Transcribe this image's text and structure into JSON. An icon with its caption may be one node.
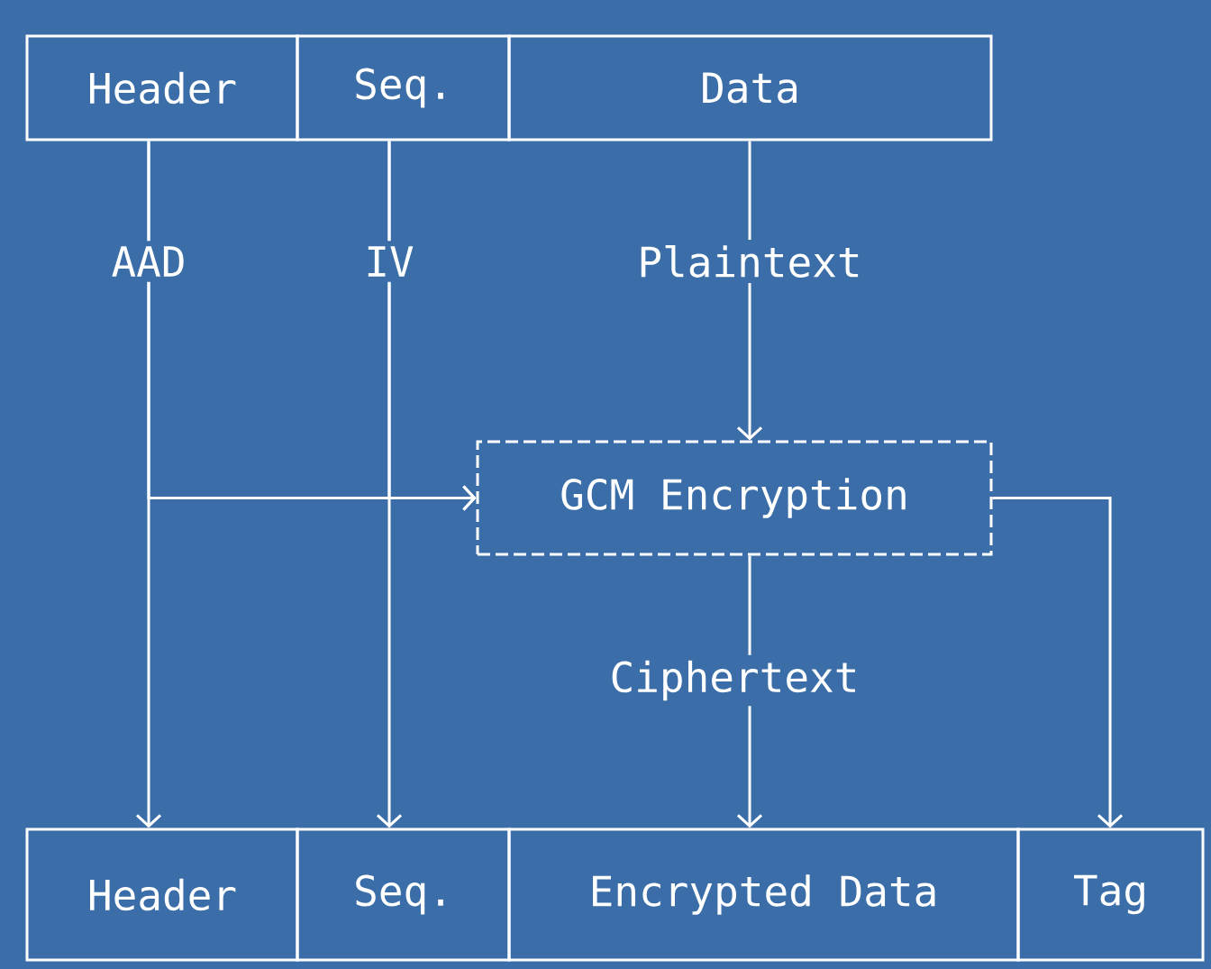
{
  "diagram": {
    "nodes": [
      {
        "text": [
          "Header"
        ]
      },
      {
        "text": [
          "Seq."
        ]
      },
      {
        "text": [
          "Data"
        ]
      },
      {
        "text": [
          "GCM Encryption"
        ]
      },
      {
        "text": [
          "Header"
        ]
      },
      {
        "text": [
          "Seq."
        ]
      },
      {
        "text": [
          "Encrypted Data"
        ]
      },
      {
        "text": [
          "Tag"
        ]
      }
    ],
    "edges": [
      {
        "from": 0,
        "to": 4,
        "arrow": "to",
        "label": "AAD"
      },
      {
        "from": 1,
        "to": 5,
        "arrow": "to",
        "label": "IV"
      },
      {
        "from": 2,
        "to": 3,
        "arrow": "to",
        "label": "Plaintext"
      },
      {
        "from": 0,
        "to": 3,
        "arrow": "to"
      },
      {
        "from": 1,
        "to": 3,
        "arrow": "to"
      },
      {
        "from": 3,
        "to": 6,
        "arrow": "to",
        "label": "Ciphertext"
      },
      {
        "from": 3,
        "to": 7,
        "arrow": "to"
      }
    ]
  }
}
